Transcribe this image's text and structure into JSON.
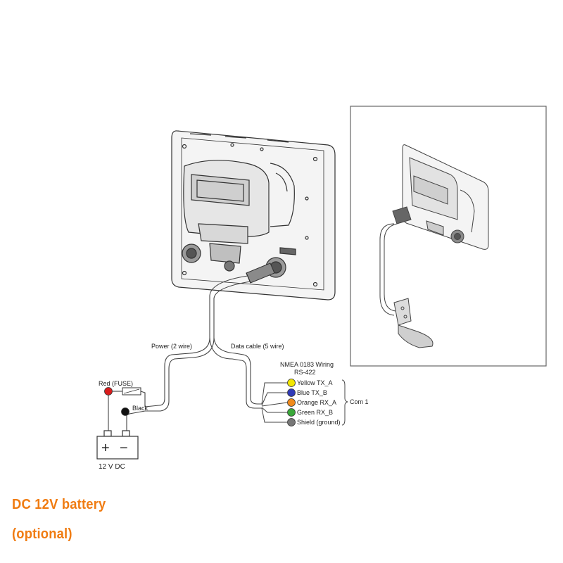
{
  "labels": {
    "power": "Power (2 wire)",
    "data_cable": "Data cable (5 wire)",
    "nmea_title": "NMEA 0183 Wiring",
    "nmea_sub": "RS-422",
    "red_fuse": "Red (FUSE)",
    "black": "Black",
    "battery_voltage": "12 V DC",
    "plus": "+",
    "minus": "−",
    "com": "Com 1"
  },
  "wires": [
    {
      "label": "Yellow TX_A",
      "color": "#f2e600"
    },
    {
      "label": "Blue TX_B",
      "color": "#2f3ab8"
    },
    {
      "label": "Orange RX_A",
      "color": "#f08a1c"
    },
    {
      "label": "Green RX_B",
      "color": "#3aa83a"
    },
    {
      "label": "Shield (ground)",
      "color": "#777777"
    }
  ],
  "terminal_colors": {
    "red": "#d91c1c",
    "black": "#111111"
  },
  "captions": {
    "line1": "DC 12V battery",
    "line2": "(optional)"
  }
}
